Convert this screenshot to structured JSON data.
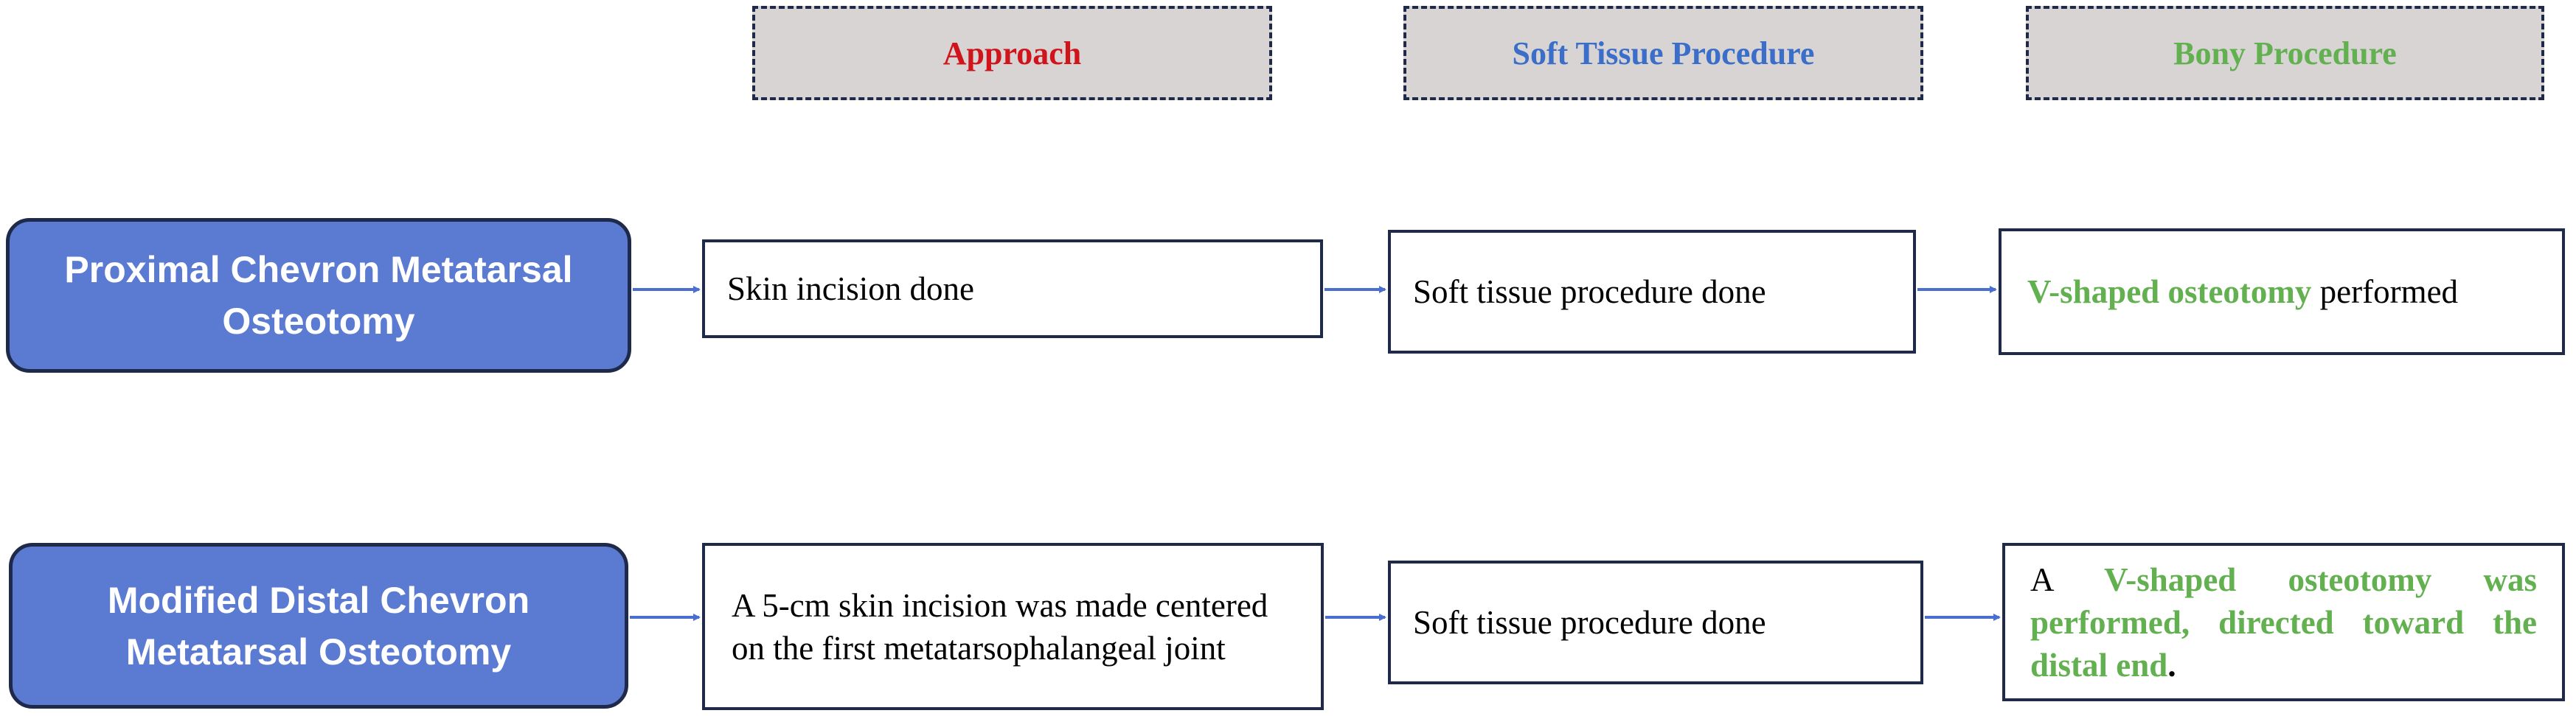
{
  "headers": {
    "approach": "Approach",
    "soft_tissue": "Soft Tissue Procedure",
    "bony": "Bony Procedure"
  },
  "rows": [
    {
      "method": "Proximal Chevron Metatarsal Osteotomy",
      "approach": "Skin incision done",
      "soft_tissue": "Soft tissue procedure done",
      "bony_highlight": "V-shaped osteotomy",
      "bony_rest": " performed"
    },
    {
      "method": "Modified Distal Chevron Metatarsal Osteotomy",
      "approach": "A 5-cm skin incision was made centered on the first metatarsophalangeal joint",
      "soft_tissue": "Soft tissue procedure done",
      "bony_prefix": "A ",
      "bony_highlight": "V-shaped osteotomy was performed, directed toward the distal end",
      "bony_suffix": "."
    }
  ],
  "colors": {
    "approach_header": "#d0141b",
    "soft_tissue_header": "#3a6ec9",
    "bony_header": "#62b04f",
    "method_fill": "#5b7bd2",
    "arrow": "#4a6fd0"
  }
}
